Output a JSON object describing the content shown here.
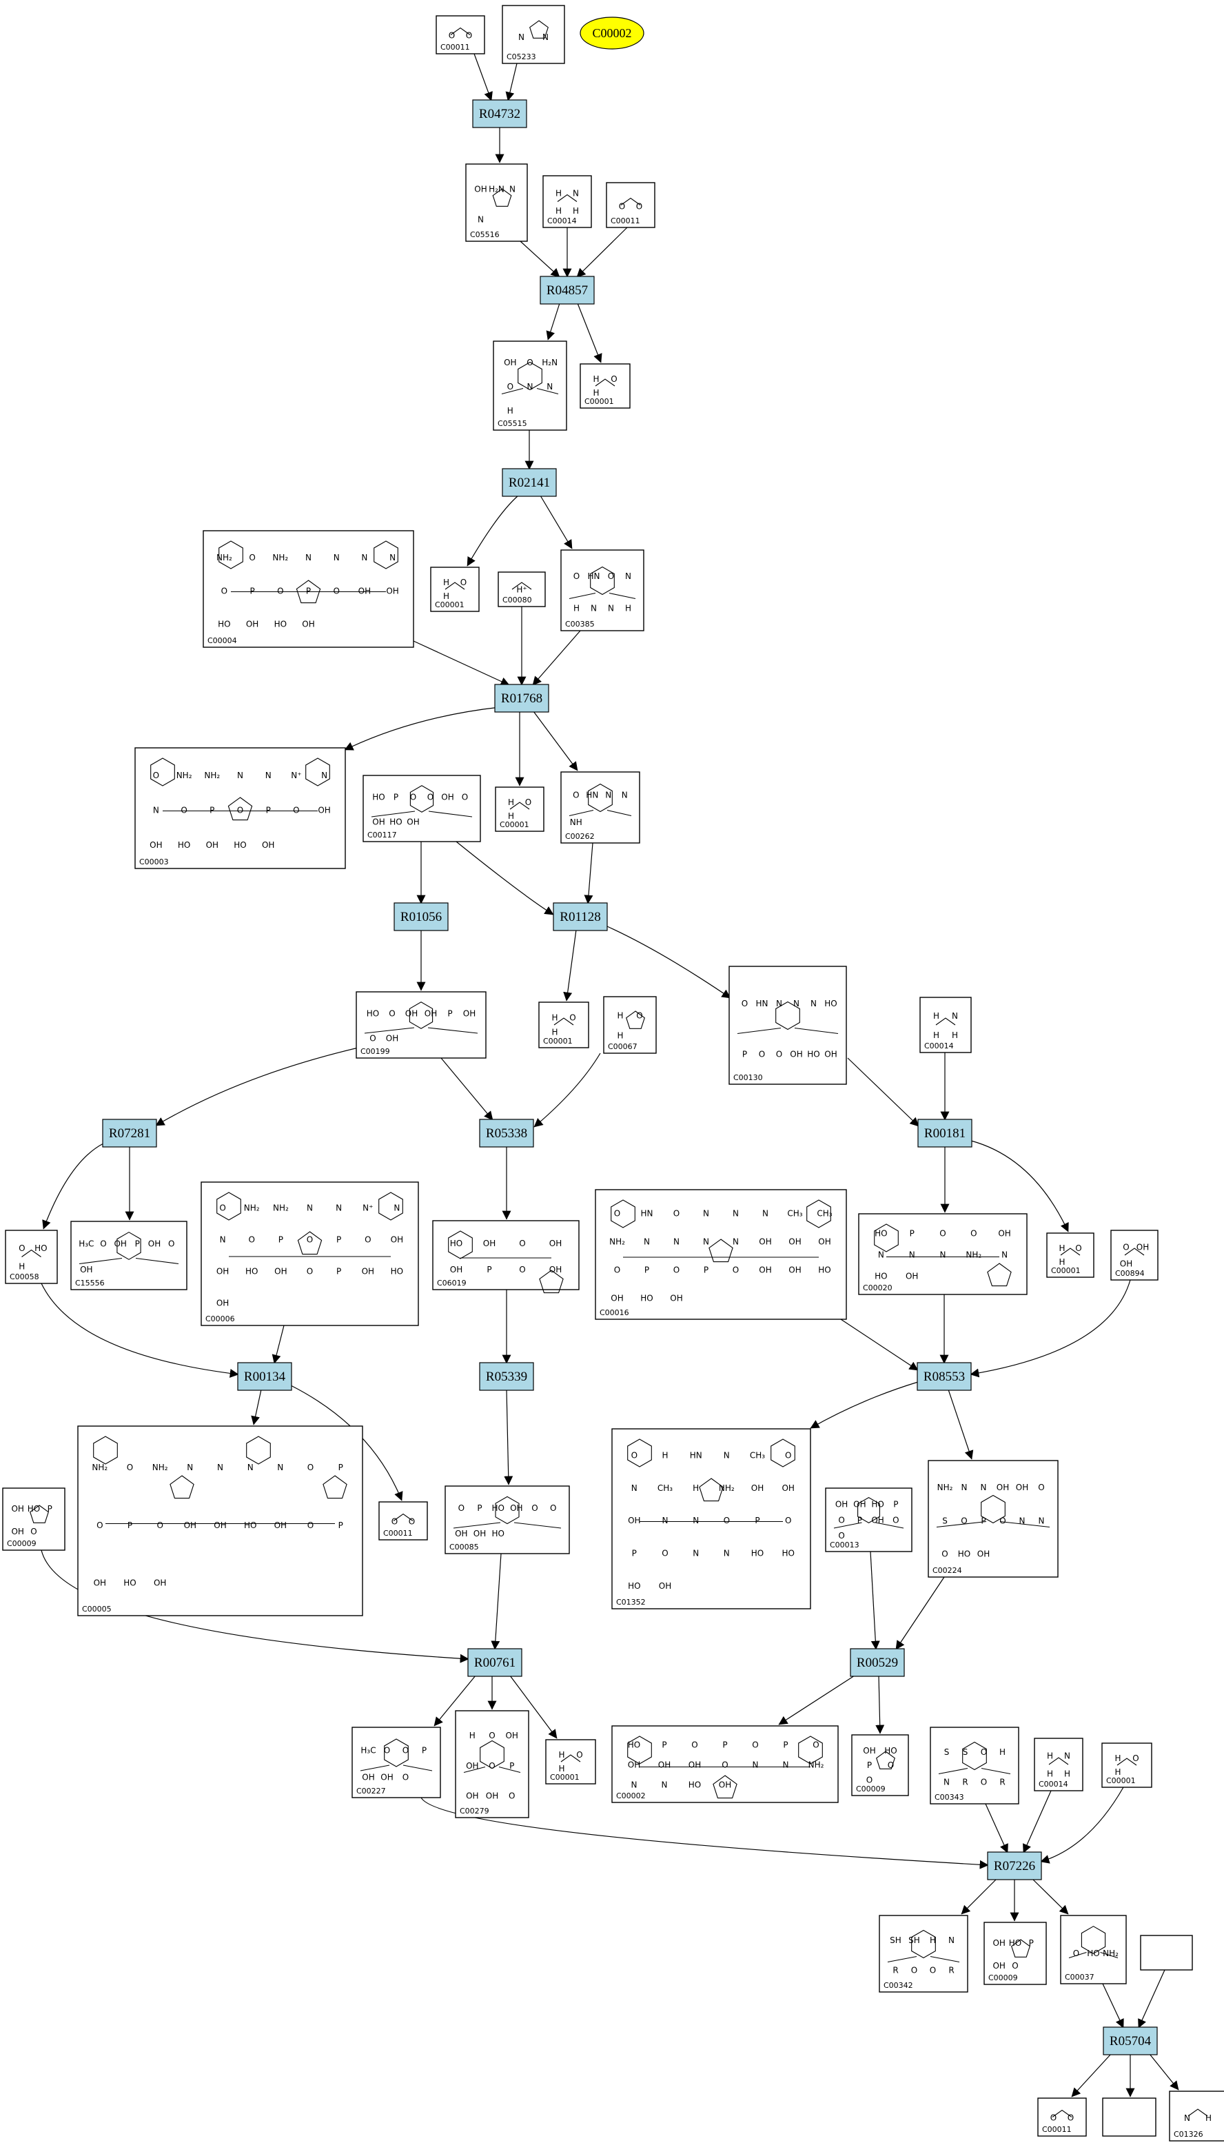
{
  "colors": {
    "reaction_fill": "#add8e6",
    "highlight_fill": "#ffff00",
    "stroke": "#000000"
  },
  "highlight": {
    "id": "C00002"
  },
  "reactions": [
    {
      "id": "R04732"
    },
    {
      "id": "R04857"
    },
    {
      "id": "R02141"
    },
    {
      "id": "R01768"
    },
    {
      "id": "R01056"
    },
    {
      "id": "R01128"
    },
    {
      "id": "R07281"
    },
    {
      "id": "R05338"
    },
    {
      "id": "R00181"
    },
    {
      "id": "R00134"
    },
    {
      "id": "R05339"
    },
    {
      "id": "R08553"
    },
    {
      "id": "R00761"
    },
    {
      "id": "R00529"
    },
    {
      "id": "R07226"
    },
    {
      "id": "R05704"
    }
  ],
  "compounds": [
    {
      "key": "c00011_a",
      "id": "C00011",
      "atoms": [
        "O",
        "O"
      ]
    },
    {
      "key": "c05233",
      "id": "C05233",
      "atoms": [
        "N",
        "N"
      ]
    },
    {
      "key": "c05516",
      "id": "C05516",
      "atoms": [
        "OH",
        "H₂N",
        "N",
        "N"
      ]
    },
    {
      "key": "c00014_a",
      "id": "C00014",
      "atoms": [
        "H",
        "N",
        "H",
        "H"
      ]
    },
    {
      "key": "c00011_b",
      "id": "C00011",
      "atoms": [
        "O",
        "O"
      ]
    },
    {
      "key": "c05515",
      "id": "C05515",
      "atoms": [
        "OH",
        "O",
        "H₂N",
        "O",
        "N",
        "N",
        "H"
      ]
    },
    {
      "key": "c00001_a",
      "id": "C00001",
      "atoms": [
        "H",
        "O",
        "H"
      ]
    },
    {
      "key": "c00004",
      "id": "C00004",
      "atoms": [
        "NH₂",
        "O",
        "NH₂",
        "N",
        "N",
        "N",
        "N",
        "O",
        "P",
        "O",
        "P",
        "O",
        "OH",
        "OH",
        "HO",
        "OH",
        "HO",
        "OH"
      ]
    },
    {
      "key": "c00001_b",
      "id": "C00001",
      "atoms": [
        "H",
        "O",
        "H"
      ]
    },
    {
      "key": "c00080",
      "id": "C00080",
      "atoms": [
        "H⁺"
      ]
    },
    {
      "key": "c00385",
      "id": "C00385",
      "atoms": [
        "O",
        "HN",
        "O",
        "N",
        "H",
        "N",
        "N",
        "H"
      ]
    },
    {
      "key": "c00003",
      "id": "C00003",
      "atoms": [
        "O",
        "NH₂",
        "NH₂",
        "N",
        "N",
        "N⁺",
        "N",
        "N",
        "O",
        "P",
        "O",
        "P",
        "O",
        "OH",
        "OH",
        "HO",
        "OH",
        "HO",
        "OH"
      ]
    },
    {
      "key": "c00117",
      "id": "C00117",
      "atoms": [
        "HO",
        "P",
        "O",
        "O",
        "OH",
        "O",
        "OH",
        "HO",
        "OH"
      ]
    },
    {
      "key": "c00001_c",
      "id": "C00001",
      "atoms": [
        "H",
        "O",
        "H"
      ]
    },
    {
      "key": "c00262",
      "id": "C00262",
      "atoms": [
        "O",
        "HN",
        "N",
        "N",
        "NH"
      ]
    },
    {
      "key": "c00199",
      "id": "C00199",
      "atoms": [
        "HO",
        "O",
        "OH",
        "OH",
        "P",
        "OH",
        "O",
        "OH"
      ]
    },
    {
      "key": "c00001_d",
      "id": "C00001",
      "atoms": [
        "H",
        "O",
        "H"
      ]
    },
    {
      "key": "c00067",
      "id": "C00067",
      "atoms": [
        "H",
        "O",
        "H"
      ]
    },
    {
      "key": "c00130",
      "id": "C00130",
      "atoms": [
        "O",
        "HN",
        "N",
        "N",
        "N",
        "HO",
        "P",
        "O",
        "O",
        "OH",
        "HO",
        "OH"
      ]
    },
    {
      "key": "c00014_b",
      "id": "C00014",
      "atoms": [
        "H",
        "N",
        "H",
        "H"
      ]
    },
    {
      "key": "c00058",
      "id": "C00058",
      "atoms": [
        "O",
        "HO",
        "H"
      ]
    },
    {
      "key": "c15556",
      "id": "C15556",
      "atoms": [
        "H₃C",
        "O",
        "OH",
        "P",
        "OH",
        "O",
        "OH"
      ]
    },
    {
      "key": "c00006",
      "id": "C00006",
      "atoms": [
        "O",
        "NH₂",
        "NH₂",
        "N",
        "N",
        "N⁺",
        "N",
        "N",
        "O",
        "P",
        "O",
        "P",
        "O",
        "OH",
        "OH",
        "HO",
        "OH",
        "O",
        "P",
        "OH",
        "HO",
        "OH"
      ]
    },
    {
      "key": "c06019",
      "id": "C06019",
      "atoms": [
        "HO",
        "OH",
        "O",
        "OH",
        "OH",
        "P",
        "O",
        "OH"
      ]
    },
    {
      "key": "c00016",
      "id": "C00016",
      "atoms": [
        "O",
        "HN",
        "O",
        "N",
        "N",
        "N",
        "CH₃",
        "CH₃",
        "NH₂",
        "N",
        "N",
        "N",
        "N",
        "OH",
        "OH",
        "OH",
        "O",
        "P",
        "O",
        "P",
        "O",
        "OH",
        "OH",
        "HO",
        "OH",
        "HO",
        "OH"
      ]
    },
    {
      "key": "c00020",
      "id": "C00020",
      "atoms": [
        "HO",
        "P",
        "O",
        "O",
        "OH",
        "N",
        "N",
        "N",
        "NH₂",
        "N",
        "HO",
        "OH"
      ]
    },
    {
      "key": "c00001_e",
      "id": "C00001",
      "atoms": [
        "H",
        "O",
        "H"
      ]
    },
    {
      "key": "c00894",
      "id": "C00894",
      "atoms": [
        "O",
        "OH",
        "OH"
      ]
    },
    {
      "key": "c00005",
      "id": "C00005",
      "atoms": [
        "NH₂",
        "O",
        "NH₂",
        "N",
        "N",
        "N",
        "N",
        "O",
        "P",
        "O",
        "P",
        "O",
        "OH",
        "OH",
        "HO",
        "OH",
        "O",
        "P",
        "OH",
        "HO",
        "OH"
      ]
    },
    {
      "key": "c00011_c",
      "id": "C00011",
      "atoms": [
        "O",
        "O"
      ]
    },
    {
      "key": "c00009_a",
      "id": "C00009",
      "atoms": [
        "OH",
        "HO",
        "P",
        "OH",
        "O"
      ]
    },
    {
      "key": "c00085",
      "id": "C00085",
      "atoms": [
        "O",
        "P",
        "HO",
        "OH",
        "O",
        "O",
        "OH",
        "OH",
        "HO"
      ]
    },
    {
      "key": "c01352",
      "id": "C01352",
      "atoms": [
        "O",
        "H",
        "HN",
        "N",
        "CH₃",
        "O",
        "N",
        "CH₃",
        "H",
        "NH₂",
        "OH",
        "OH",
        "OH",
        "N",
        "N",
        "O",
        "P",
        "O",
        "P",
        "O",
        "N",
        "N",
        "HO",
        "HO",
        "HO",
        "OH"
      ]
    },
    {
      "key": "c00013",
      "id": "C00013",
      "atoms": [
        "OH",
        "OH",
        "HO",
        "P",
        "O",
        "P",
        "OH",
        "O",
        "O"
      ]
    },
    {
      "key": "c00224",
      "id": "C00224",
      "atoms": [
        "NH₂",
        "N",
        "N",
        "OH",
        "OH",
        "O",
        "S",
        "O",
        "P",
        "O",
        "N",
        "N",
        "O",
        "HO",
        "OH"
      ]
    },
    {
      "key": "c00227",
      "id": "C00227",
      "atoms": [
        "H₃C",
        "O",
        "O",
        "P",
        "OH",
        "OH",
        "O"
      ]
    },
    {
      "key": "c00279",
      "id": "C00279",
      "atoms": [
        "H",
        "O",
        "OH",
        "OH",
        "O",
        "P",
        "OH",
        "OH",
        "O"
      ]
    },
    {
      "key": "c00001_f",
      "id": "C00001",
      "atoms": [
        "H",
        "O",
        "H"
      ]
    },
    {
      "key": "c00002",
      "id": "C00002",
      "atoms": [
        "HO",
        "P",
        "O",
        "P",
        "O",
        "P",
        "O",
        "OH",
        "OH",
        "OH",
        "O",
        "N",
        "N",
        "NH₂",
        "N",
        "N",
        "HO",
        "OH"
      ]
    },
    {
      "key": "c00009_b",
      "id": "C00009",
      "atoms": [
        "OH",
        "HO",
        "P",
        "O",
        "O"
      ]
    },
    {
      "key": "c00343",
      "id": "C00343",
      "atoms": [
        "S",
        "S",
        "O",
        "H",
        "N",
        "R",
        "O",
        "R"
      ]
    },
    {
      "key": "c00014_c",
      "id": "C00014",
      "atoms": [
        "H",
        "N",
        "H",
        "H"
      ]
    },
    {
      "key": "c00001_g",
      "id": "C00001",
      "atoms": [
        "H",
        "O",
        "H"
      ]
    },
    {
      "key": "c00342",
      "id": "C00342",
      "atoms": [
        "SH",
        "SH",
        "H",
        "N",
        "R",
        "O",
        "O",
        "R"
      ]
    },
    {
      "key": "c00009_c",
      "id": "C00009",
      "atoms": [
        "OH",
        "HO",
        "P",
        "OH",
        "O"
      ]
    },
    {
      "key": "c00037",
      "id": "C00037",
      "atoms": [
        "O",
        "HO",
        "NH₂"
      ]
    },
    {
      "key": "c00011_d",
      "id": "C00011",
      "atoms": [
        "O",
        "O"
      ]
    },
    {
      "key": "c01326",
      "id": "C01326",
      "atoms": [
        "N",
        "H"
      ]
    },
    {
      "key": "blank_a",
      "id": ""
    },
    {
      "key": "blank_b",
      "id": ""
    }
  ]
}
